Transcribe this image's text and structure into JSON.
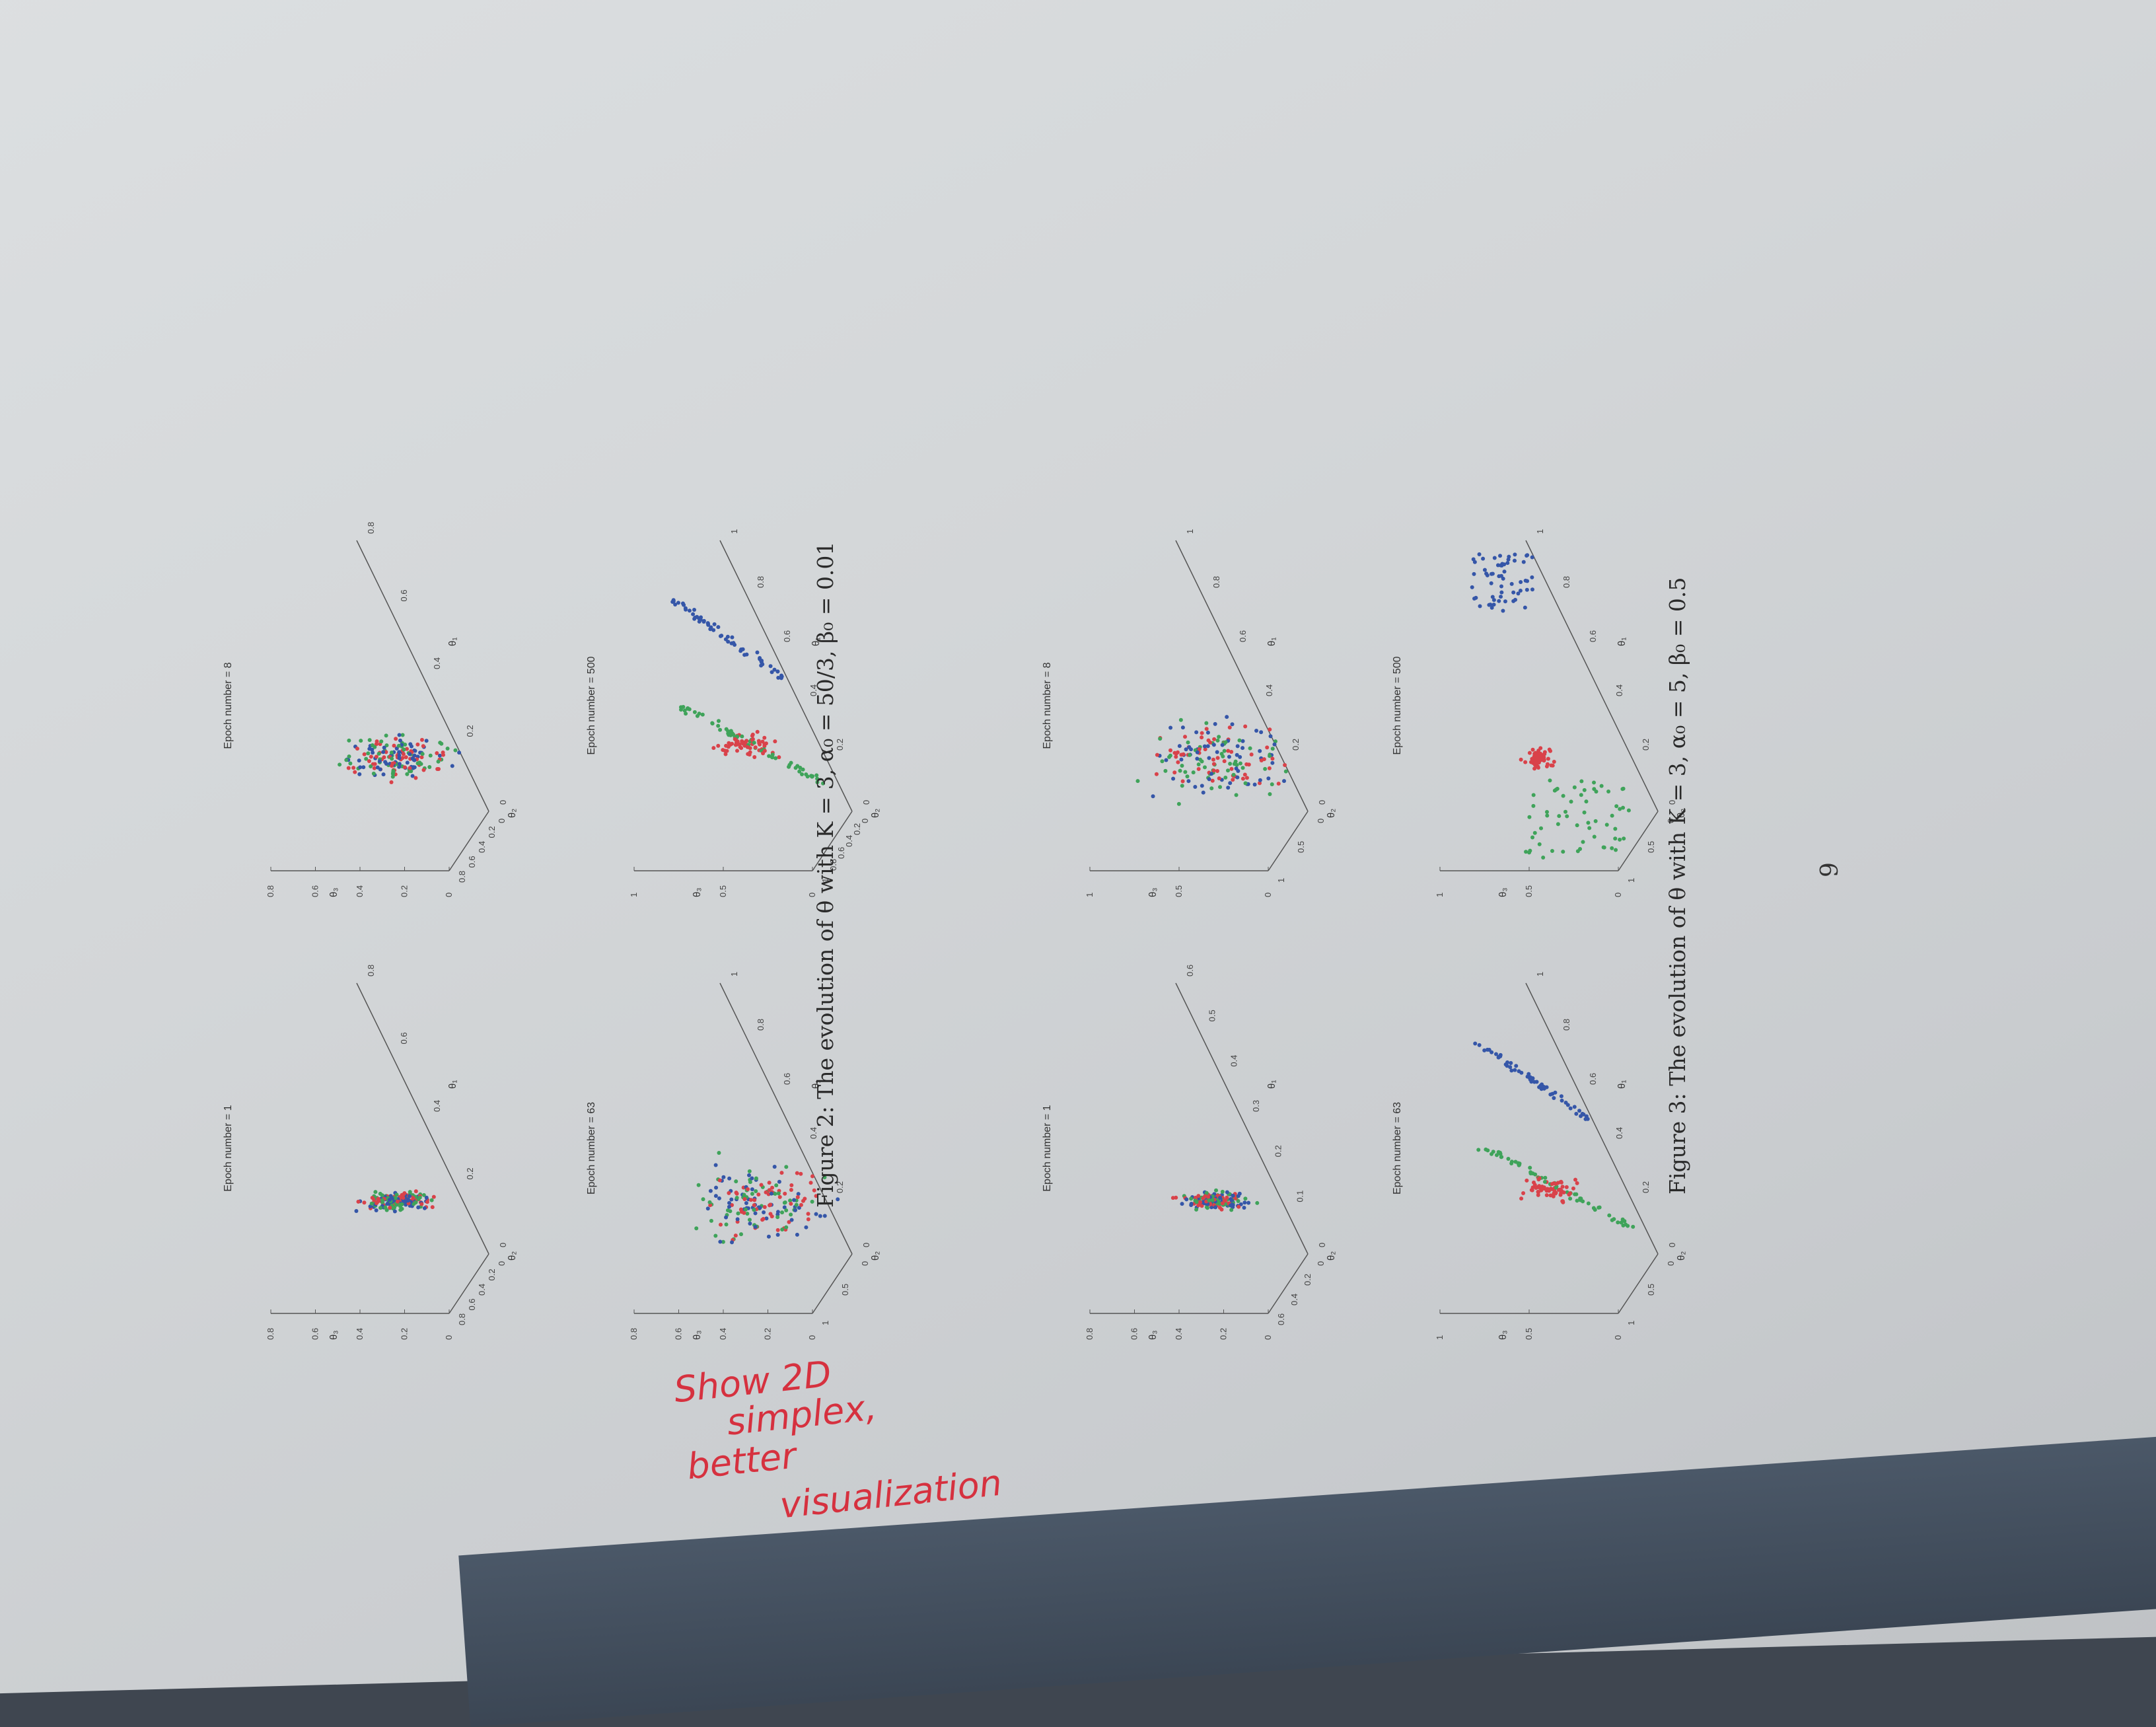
{
  "figures": [
    {
      "caption": "Figure 2: The evolution of θ with K = 3, α₀ = 50/3, β₀ = 0.01",
      "panels": [
        {
          "title": "Epoch number = 1",
          "xlabel": "θ₁",
          "ylabel": "θ₂",
          "zlabel": "θ₃",
          "xticks": [
            "0",
            "0.2",
            "0.4",
            "0.6",
            "0.8"
          ],
          "yticks": [
            "0.8",
            "0.6",
            "0.4",
            "0.2",
            "0"
          ],
          "zticks": [
            "0.8",
            "0.6",
            "0.4",
            "0.2",
            "0"
          ],
          "spread": "center"
        },
        {
          "title": "Epoch number = 8",
          "xlabel": "θ₁",
          "ylabel": "θ₂",
          "zlabel": "θ₃",
          "xticks": [
            "0",
            "0.2",
            "0.4",
            "0.6",
            "0.8"
          ],
          "yticks": [
            "0.8",
            "0.6",
            "0.4",
            "0.2",
            "0"
          ],
          "zticks": [
            "0.8",
            "0.6",
            "0.4",
            "0.2",
            "0"
          ],
          "spread": "mid"
        },
        {
          "title": "Epoch number = 63",
          "xlabel": "θ₁",
          "ylabel": "θ₂",
          "zlabel": "θ₃",
          "xticks": [
            "0",
            "0.2",
            "0.4",
            "0.6",
            "0.8",
            "1"
          ],
          "yticks": [
            "1",
            "0.5",
            "0"
          ],
          "zticks": [
            "0.8",
            "0.6",
            "0.4",
            "0.2",
            "0"
          ],
          "spread": "wide"
        },
        {
          "title": "Epoch number = 500",
          "xlabel": "θ₁",
          "ylabel": "θ₂",
          "zlabel": "θ₃",
          "xticks": [
            "0",
            "0.2",
            "0.4",
            "0.6",
            "0.8",
            "1"
          ],
          "yticks": [
            "1",
            "0.8",
            "0.6",
            "0.4",
            "0.2",
            "0"
          ],
          "zticks": [
            "1",
            "0.5",
            "0"
          ],
          "spread": "arms"
        }
      ]
    },
    {
      "caption": "Figure 3: The evolution of θ with K = 3, α₀ = 5, β₀ = 0.5",
      "panels": [
        {
          "title": "Epoch number = 1",
          "xlabel": "θ₁",
          "ylabel": "θ₂",
          "zlabel": "θ₃",
          "xticks": [
            "0",
            "0.1",
            "0.2",
            "0.3",
            "0.4",
            "0.5",
            "0.6"
          ],
          "yticks": [
            "0.6",
            "0.4",
            "0.2",
            "0"
          ],
          "zticks": [
            "0.8",
            "0.6",
            "0.4",
            "0.2",
            "0"
          ],
          "spread": "center"
        },
        {
          "title": "Epoch number = 8",
          "xlabel": "θ₁",
          "ylabel": "θ₂",
          "zlabel": "θ₃",
          "xticks": [
            "0",
            "0.2",
            "0.4",
            "0.6",
            "0.8",
            "1"
          ],
          "yticks": [
            "1",
            "0.5",
            "0"
          ],
          "zticks": [
            "1",
            "0.5",
            "0"
          ],
          "spread": "wide"
        },
        {
          "title": "Epoch number = 63",
          "xlabel": "θ₁",
          "ylabel": "θ₂",
          "zlabel": "θ₃",
          "xticks": [
            "0",
            "0.2",
            "0.4",
            "0.6",
            "0.8",
            "1"
          ],
          "yticks": [
            "1",
            "0.5",
            "0"
          ],
          "zticks": [
            "1",
            "0.5",
            "0"
          ],
          "spread": "arms"
        },
        {
          "title": "Epoch number = 500",
          "xlabel": "θ₁",
          "ylabel": "θ₂",
          "zlabel": "θ₃",
          "xticks": [
            "0",
            "0.2",
            "0.4",
            "0.6",
            "0.8",
            "1"
          ],
          "yticks": [
            "1",
            "0.5",
            "0"
          ],
          "zticks": [
            "1",
            "0.5",
            "0"
          ],
          "spread": "corners"
        }
      ]
    }
  ],
  "page_number": "9",
  "handwritten_note": [
    "Show 2D",
    "simplex,",
    "better",
    "visualization"
  ],
  "colors": {
    "red": "#d9424a",
    "green": "#3fa35a",
    "blue": "#3556a8",
    "ink": "#2a2a2a",
    "note": "#d6313f"
  }
}
